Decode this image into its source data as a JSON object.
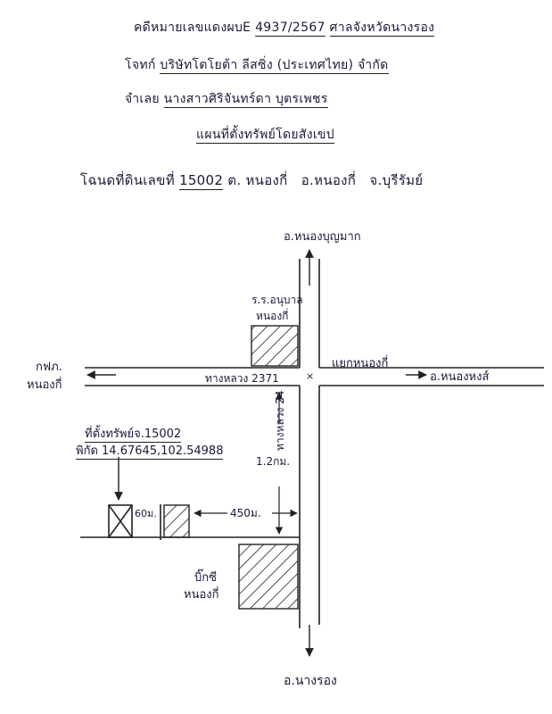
{
  "header": {
    "case_prefix": "คดีหมายเลขแดงผบE",
    "case_no": "4937/2567",
    "court": "ศาลจังหวัดนางรอง",
    "plaintiff_label": "โจทก์",
    "plaintiff": "บริษัทโตโยต้า ลีสซิ่ง (ประเทศไทย) จำกัด",
    "defendant_label": "จำเลย",
    "defendant": "นางสาวศิริจันทร์ดา บุตรเพชร",
    "map_title": "แผนที่ตั้งทรัพย์โดยสังเขป",
    "deed_prefix": "โฉนดที่ดินเลขที่",
    "deed_no": "15002",
    "tambon": "ต. หนองกี่",
    "amphoe": "อ.หนองกี่",
    "province": "จ.บุรีรัมย์"
  },
  "map": {
    "north": "อ.หนองบุญมาก",
    "south": "อ.นางรอง",
    "west_line1": "กฟภ.",
    "west_line2": "หนองกี่",
    "east": "อ.หนองหงส์",
    "intersection": "แยกหนองกี่",
    "road_ew": "ทางหลวง 2371",
    "road_ns": "ทางหลวง 24",
    "hospital_line1": "ร.ร.อนุบาล",
    "hospital_line2": "หนองกี่",
    "bigc_line1": "บิ๊กซี",
    "bigc_line2": "หนองกี่",
    "property_line1": "ที่ตั้งทรัพย์จ.15002",
    "property_line2": "พิกัด 14.67645,102.54988",
    "dist_ns": "1.2กม.",
    "dist_ew": "450ม.",
    "dist_small": "60ม."
  }
}
